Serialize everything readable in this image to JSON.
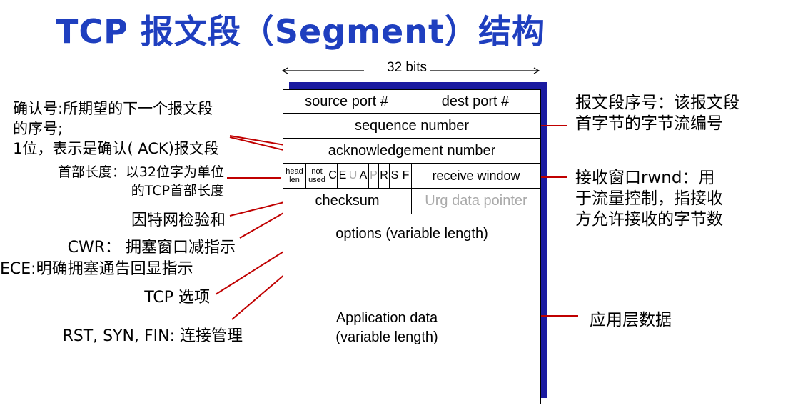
{
  "title": "TCP 报文段（Segment）结构",
  "width_label": "32 bits",
  "fields": {
    "source_port": "source port #",
    "dest_port": "dest port #",
    "sequence_number": "sequence number",
    "ack_number": "acknowledgement number",
    "head_len": "head len",
    "not_used": "not used",
    "flags": [
      "C",
      "E",
      "U",
      "A",
      "P",
      "R",
      "S",
      "F"
    ],
    "receive_window": "receive window",
    "checksum": "checksum",
    "urg_pointer": "Urg data pointer",
    "options": "options (variable length)",
    "app_data_1": "Application data",
    "app_data_2": "(variable length)"
  },
  "annotations_left": {
    "ack_1": "确认号:所期望的下一个报文段",
    "ack_2": "的序号;",
    "ack_3": "1位，表示是确认( ACK)报文段",
    "hlen_1": "首部长度：以32位字为单位",
    "hlen_2": "的TCP首部长度",
    "checksum": "因特网检验和",
    "cwr": "CWR： 拥塞窗口减指示",
    "ece": "ECE:明确拥塞通告回显指示",
    "options": "TCP 选项",
    "rsf": "RST, SYN, FIN: 连接管理"
  },
  "annotations_right": {
    "seq_1": "报文段序号：该报文段",
    "seq_2": "首字节的字节流编号",
    "rwnd_1": "接收窗口rwnd：用",
    "rwnd_2": "于流量控制，指接收",
    "rwnd_3": "方允许接收的字节数",
    "app": "应用层数据"
  },
  "colors": {
    "title": "#1f3fbf",
    "accent_lines": "#c00000",
    "shadow": "#1a1aa0"
  }
}
